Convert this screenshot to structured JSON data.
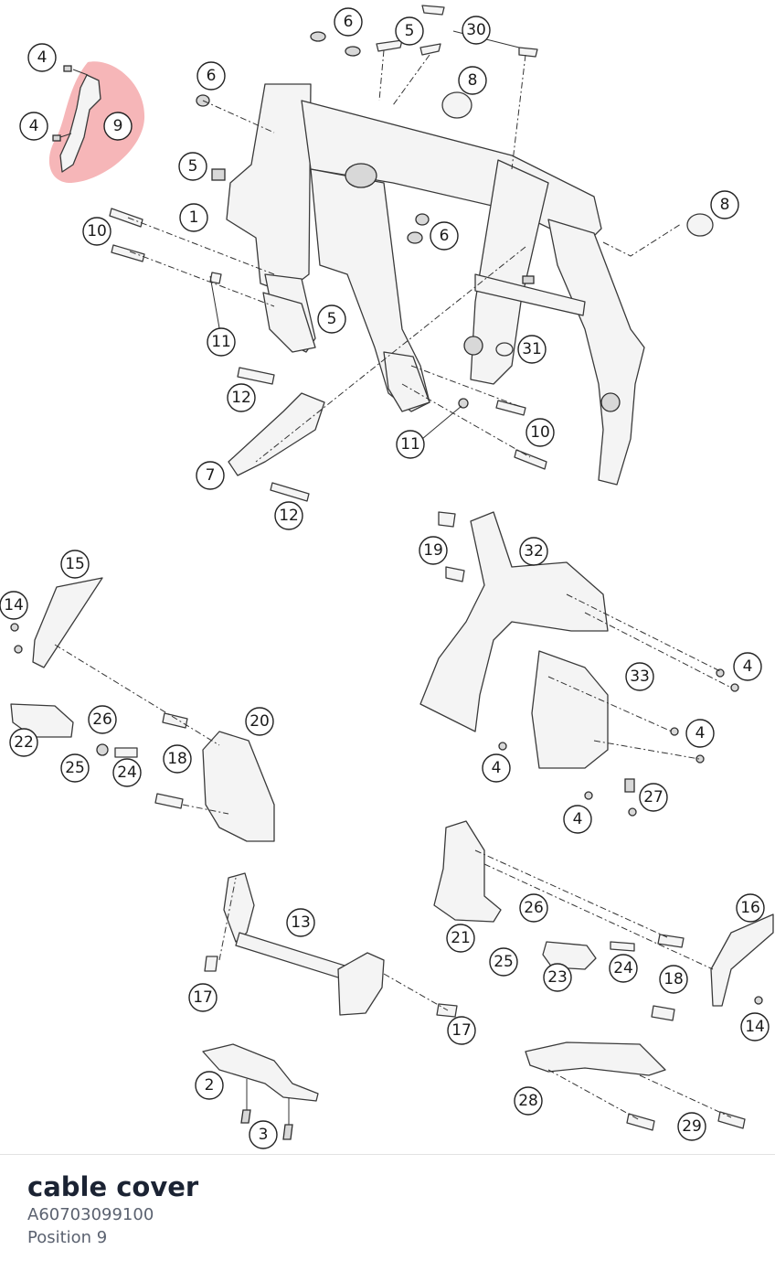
{
  "diagram": {
    "highlight_color": "#e8494e",
    "highlighted_position": "9",
    "callouts": [
      {
        "label": "4"
      },
      {
        "label": "4"
      },
      {
        "label": "9"
      },
      {
        "label": "6"
      },
      {
        "label": "6"
      },
      {
        "label": "5"
      },
      {
        "label": "30"
      },
      {
        "label": "8"
      },
      {
        "label": "5"
      },
      {
        "label": "1"
      },
      {
        "label": "10"
      },
      {
        "label": "6"
      },
      {
        "label": "8"
      },
      {
        "label": "5"
      },
      {
        "label": "11"
      },
      {
        "label": "31"
      },
      {
        "label": "12"
      },
      {
        "label": "10"
      },
      {
        "label": "11"
      },
      {
        "label": "7"
      },
      {
        "label": "12"
      },
      {
        "label": "15"
      },
      {
        "label": "19"
      },
      {
        "label": "32"
      },
      {
        "label": "14"
      },
      {
        "label": "4"
      },
      {
        "label": "33"
      },
      {
        "label": "26"
      },
      {
        "label": "20"
      },
      {
        "label": "4"
      },
      {
        "label": "22"
      },
      {
        "label": "18"
      },
      {
        "label": "25"
      },
      {
        "label": "24"
      },
      {
        "label": "4"
      },
      {
        "label": "27"
      },
      {
        "label": "4"
      },
      {
        "label": "26"
      },
      {
        "label": "16"
      },
      {
        "label": "13"
      },
      {
        "label": "21"
      },
      {
        "label": "25"
      },
      {
        "label": "24"
      },
      {
        "label": "23"
      },
      {
        "label": "18"
      },
      {
        "label": "17"
      },
      {
        "label": "17"
      },
      {
        "label": "14"
      },
      {
        "label": "2"
      },
      {
        "label": "28"
      },
      {
        "label": "29"
      },
      {
        "label": "3"
      }
    ]
  },
  "part": {
    "name": "cable cover",
    "number": "A60703099100",
    "position_text": "Position 9"
  }
}
